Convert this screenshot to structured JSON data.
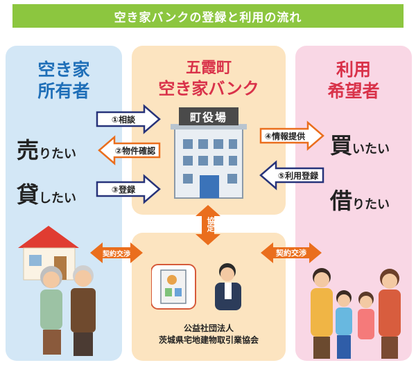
{
  "title": "空き家バンクの登録と利用の流れ",
  "owner": {
    "line1": "空き家",
    "line2": "所有者",
    "sell_big": "売",
    "sell_small": "りたい",
    "lend_big": "貸",
    "lend_small": "したい"
  },
  "bank": {
    "line1": "五霞町",
    "line2": "空き家バンク",
    "building_sign": "町役場"
  },
  "user": {
    "line1": "利用",
    "line2": "希望者",
    "buy_big": "買",
    "buy_small": "いたい",
    "borrow_big": "借",
    "borrow_small": "りたい"
  },
  "flows": {
    "consult": "①相談",
    "confirm": "②物件確認",
    "register": "③登録",
    "provide": "④情報提供",
    "use_register": "⑤利用登録",
    "agreement": "協定",
    "contract_left": "契約交渉",
    "contract_right": "契約交渉"
  },
  "organization": {
    "line1": "公益社団法人",
    "line2": "茨城県宅地建物取引業協会"
  },
  "colors": {
    "title_bg": "#8cc63f",
    "blue_arrow": "#27337a",
    "orange_arrow": "#ea6e1d",
    "owner_bg": "#d3e7f6",
    "bank_bg": "#fce4c0",
    "user_bg": "#f9d7e5"
  }
}
